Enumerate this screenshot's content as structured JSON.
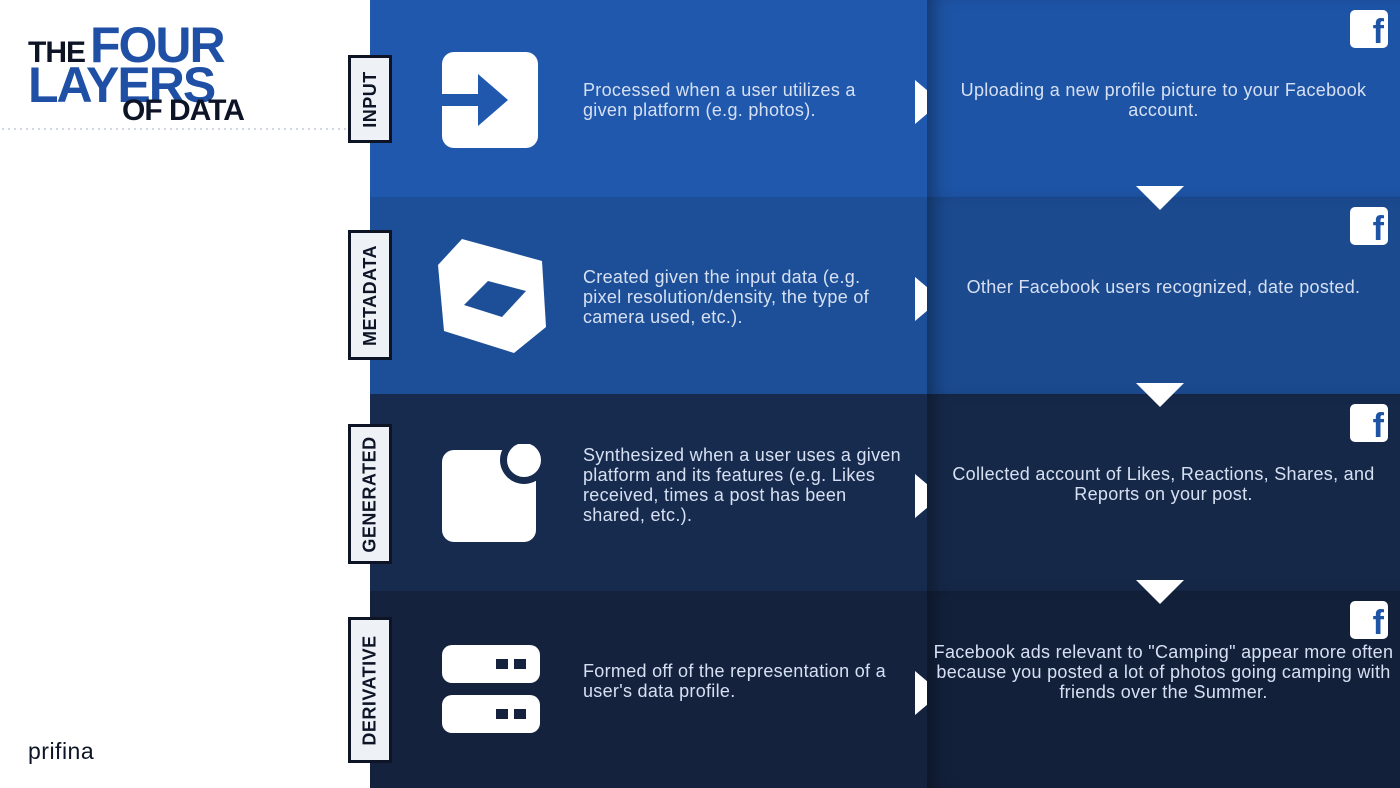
{
  "title": {
    "line1_a": "THE",
    "line1_b": "FOUR",
    "line2": "LAYERS",
    "line3": "OF DATA"
  },
  "brand": "prifina",
  "colors": {
    "accent": "#1f50a6",
    "dark": "#0c1426"
  },
  "layers": [
    {
      "label": "INPUT",
      "icon": "arrow-right-icon",
      "description": "Processed when a user utilizes a given platform (e.g. photos).",
      "example": "Uploading a new profile picture to your Facebook account."
    },
    {
      "label": "METADATA",
      "icon": "cube-icon",
      "description": "Created given the input data (e.g. pixel resolution/density, the type of camera used, etc.).",
      "example": "Other Facebook users recognized, date posted."
    },
    {
      "label": "GENERATED",
      "icon": "notification-badge-icon",
      "description": "Synthesized when a user uses a given platform and its features (e.g. Likes received, times a post has been shared, etc.).",
      "example": "Collected account of Likes, Reactions, Shares, and Reports on your post."
    },
    {
      "label": "DERIVATIVE",
      "icon": "server-stack-icon",
      "description": "Formed off of the representation of a user's data profile.",
      "example": "Facebook ads relevant to \"Camping\" appear more often because you posted a lot of photos going camping with friends over the Summer."
    }
  ],
  "facebook_icon": {
    "glyph": "f",
    "name": "facebook-icon"
  }
}
